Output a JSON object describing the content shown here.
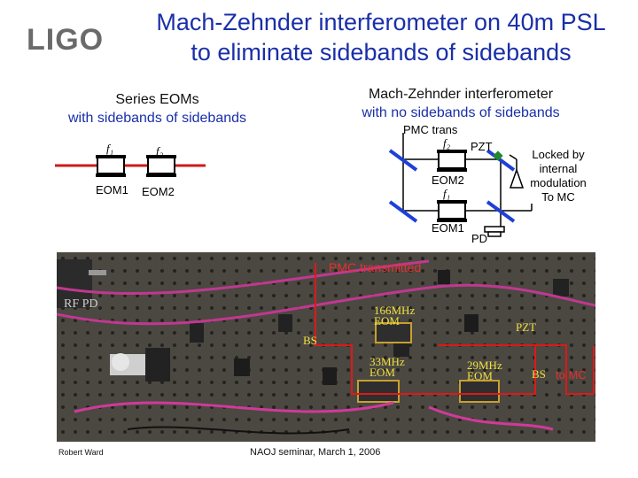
{
  "header": {
    "logo": "LIGO",
    "title_line1": "Mach-Zehnder interferometer on 40m PSL",
    "title_line2": "to eliminate sidebands of sidebands"
  },
  "left_panel": {
    "heading_line1": "Series EOMs",
    "heading_line2": "with sidebands of sidebands",
    "f1_label": "f₁",
    "f2_label": "f₂",
    "eom1_label": "EOM1",
    "eom2_label": "EOM2"
  },
  "right_panel": {
    "heading_line1": "Mach-Zehnder interferometer",
    "heading_line2": "with no sidebands of sidebands",
    "pmc_trans_label": "PMC trans",
    "f2_label": "f₂",
    "pzt_label": "PZT",
    "eom2_label": "EOM2",
    "f1_label": "f₁",
    "eom1_label": "EOM1",
    "pd_label": "PD",
    "lock_note_line1": "Locked by",
    "lock_note_line2": "internal",
    "lock_note_line3": "modulation",
    "to_mc_label": "To MC"
  },
  "photo": {
    "pmc_transmitted": "PMC transmitted",
    "rf_pd": "RF PD",
    "mhz166_line1": "166MHz",
    "mhz166_line2": "EOM",
    "bs1": "BS",
    "pzt": "PZT",
    "mhz33_line1": "33MHz",
    "mhz33_line2": "EOM",
    "mhz29_line1": "29MHz",
    "mhz29_line2": "EOM",
    "bs2": "BS",
    "to_mc": "to MC"
  },
  "footer": {
    "author": "Robert Ward",
    "event": "NAOJ seminar, March 1, 2006"
  },
  "colors": {
    "title_blue": "#1a2fa8",
    "beam_red": "#d01818",
    "mirror_blue": "#1f3fd8",
    "pzt_green": "#1e8a2a"
  }
}
